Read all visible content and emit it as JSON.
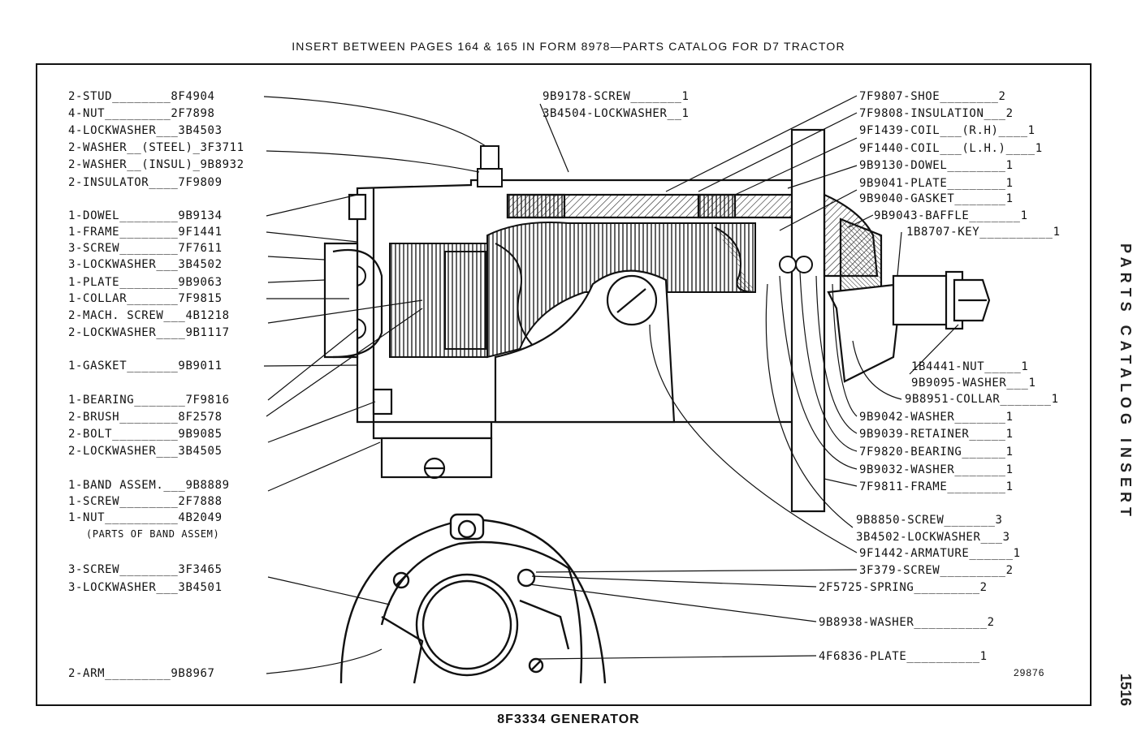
{
  "header": "INSERT BETWEEN PAGES 164 & 165 IN FORM 8978—PARTS CATALOG FOR D7 TRACTOR",
  "caption": "8F3334 GENERATOR",
  "figure_number": "29876",
  "side_text": "PARTS CATALOG INSERT",
  "side_number": "1516",
  "left_labels": [
    "2-STUD________8F4904",
    "4-NUT_________2F7898",
    "4-LOCKWASHER___3B4503",
    "2-WASHER__(STEEL)_3F3711",
    "2-WASHER__(INSUL)_9B8932",
    "2-INSULATOR____7F9809",
    "1-DOWEL________9B9134",
    "1-FRAME________9F1441",
    "3-SCREW________7F7611",
    "3-LOCKWASHER___3B4502",
    "1-PLATE________9B9063",
    "1-COLLAR_______7F9815",
    "2-MACH. SCREW___4B1218",
    "2-LOCKWASHER____9B1117",
    "1-GASKET_______9B9011",
    "1-BEARING_______7F9816",
    "2-BRUSH________8F2578",
    "2-BOLT_________9B9085",
    "2-LOCKWASHER___3B4505",
    "1-BAND ASSEM.___9B8889",
    "1-SCREW________2F7888",
    "1-NUT__________4B2049",
    "(PARTS OF BAND ASSEM)",
    "3-SCREW________3F3465",
    "3-LOCKWASHER___3B4501",
    "2-ARM_________9B8967"
  ],
  "top_center_labels": [
    "9B9178-SCREW_______1",
    "3B4504-LOCKWASHER__1"
  ],
  "right_labels": [
    "7F9807-SHOE________2",
    "7F9808-INSULATION___2",
    "9F1439-COIL___(R.H)____1",
    "9F1440-COIL___(L.H.)____1",
    "9B9130-DOWEL________1",
    "9B9041-PLATE________1",
    "9B9040-GASKET_______1",
    "9B9043-BAFFLE_______1",
    "1B8707-KEY__________1",
    "1B4441-NUT_____1",
    "9B9095-WASHER___1",
    "9B8951-COLLAR_______1",
    "9B9042-WASHER_______1",
    "9B9039-RETAINER_____1",
    "7F9820-BEARING______1",
    "9B9032-WASHER_______1",
    "7F9811-FRAME________1",
    "9B8850-SCREW_______3",
    "3B4502-LOCKWASHER___3",
    "9F1442-ARMATURE______1",
    "3F379-SCREW_________2",
    "2F5725-SPRING_________2",
    "9B8938-WASHER__________2",
    "4F6836-PLATE__________1"
  ]
}
